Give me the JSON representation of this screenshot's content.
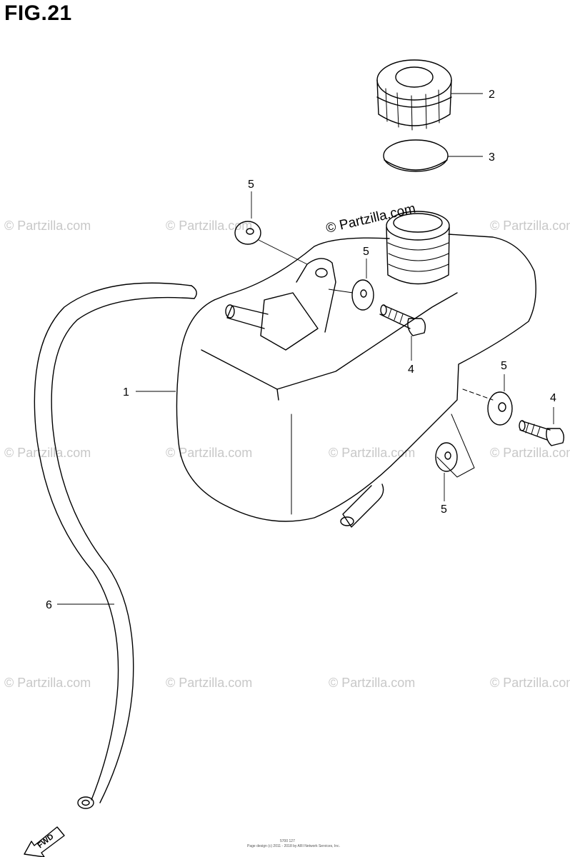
{
  "figure": {
    "title": "FIG.21"
  },
  "watermark": {
    "text": "© Partzilla.com",
    "main_text": "© Partzilla.com"
  },
  "callouts": {
    "c1": "1",
    "c2": "2",
    "c3": "3",
    "c4a": "4",
    "c4b": "4",
    "c5a": "5",
    "c5b": "5",
    "c5c": "5",
    "c5d": "5",
    "c6": "6"
  },
  "badge": {
    "fwd": "FWD"
  },
  "footer": {
    "code": "5700 127",
    "copyright": "Page design (c) 2011 - 2018 by ARI Network Services, Inc."
  }
}
